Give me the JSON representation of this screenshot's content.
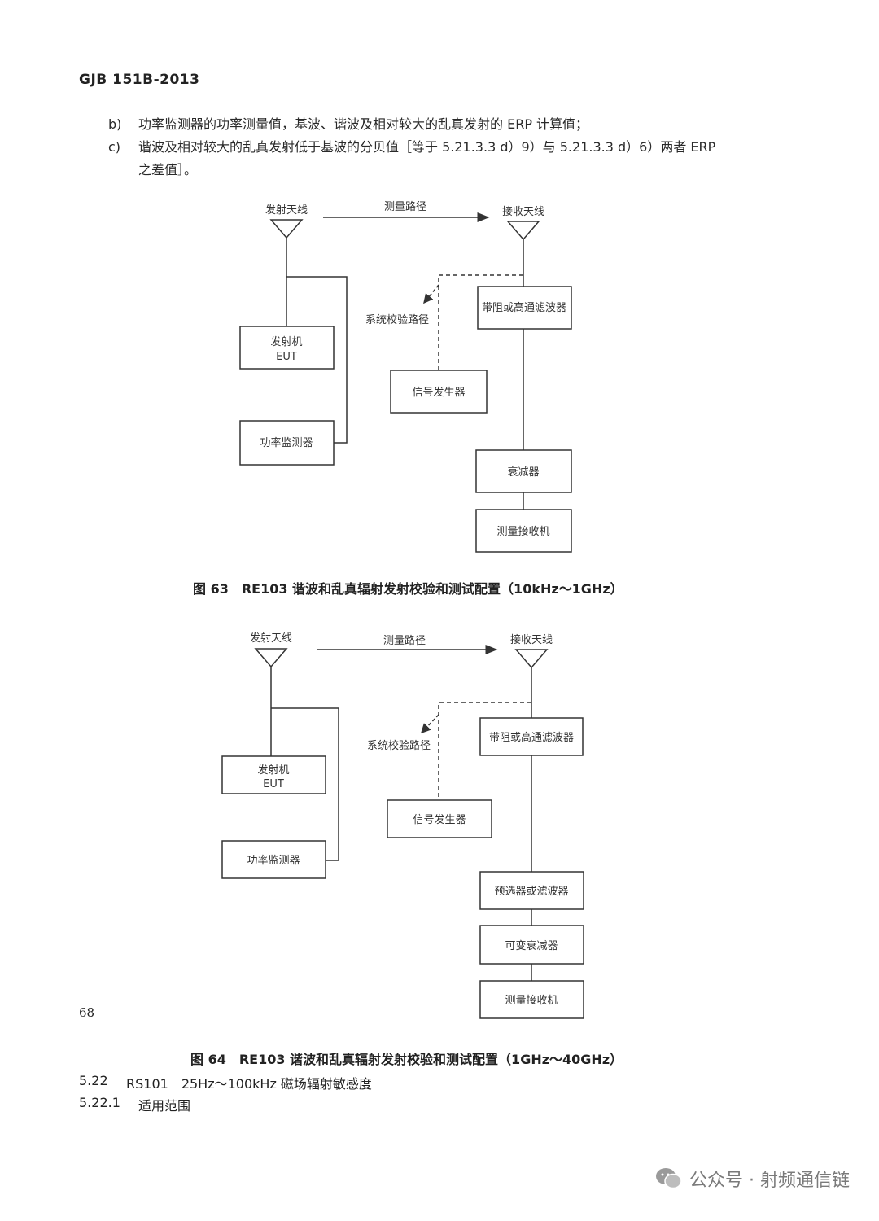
{
  "header": {
    "standard": "GJB 151B-2013"
  },
  "items": [
    {
      "label": "b)",
      "text": "功率监测器的功率测量值，基波、谐波及相对较大的乱真发射的 ERP 计算值；"
    },
    {
      "label": "c)",
      "text": "谐波及相对较大的乱真发射低于基波的分贝值［等于 5.21.3.3 d）9）与 5.21.3.3 d）6）两者 ERP",
      "text_cont": "之差值］。"
    }
  ],
  "figure63": {
    "tx_antenna": "发射天线",
    "rx_antenna": "接收天线",
    "measure_path": "测量路径",
    "cal_path": "系统校验路径",
    "transmitter": "发射机",
    "eut": "EUT",
    "power_monitor": "功率监测器",
    "filter": "带阻或高通滤波器",
    "signal_gen": "信号发生器",
    "attenuator": "衰减器",
    "receiver": "测量接收机",
    "caption": "图 63　RE103 谐波和乱真辐射发射校验和测试配置（10kHz～1GHz）"
  },
  "figure64": {
    "tx_antenna": "发射天线",
    "rx_antenna": "接收天线",
    "measure_path": "测量路径",
    "cal_path": "系统校验路径",
    "transmitter": "发射机",
    "eut": "EUT",
    "power_monitor": "功率监测器",
    "filter": "带阻或高通滤波器",
    "signal_gen": "信号发生器",
    "preselector": "预选器或滤波器",
    "var_attenuator": "可变衰减器",
    "receiver": "测量接收机",
    "caption": "图 64　RE103 谐波和乱真辐射发射校验和测试配置（1GHz～40GHz）"
  },
  "sections": [
    {
      "number": "5.22",
      "title": "RS101　25Hz～100kHz 磁场辐射敏感度"
    },
    {
      "number": "5.22.1",
      "title": "适用范围"
    }
  ],
  "page_number": "68",
  "watermark": {
    "text": "公众号 · 射频通信链",
    "icon": "wechat-icon"
  }
}
